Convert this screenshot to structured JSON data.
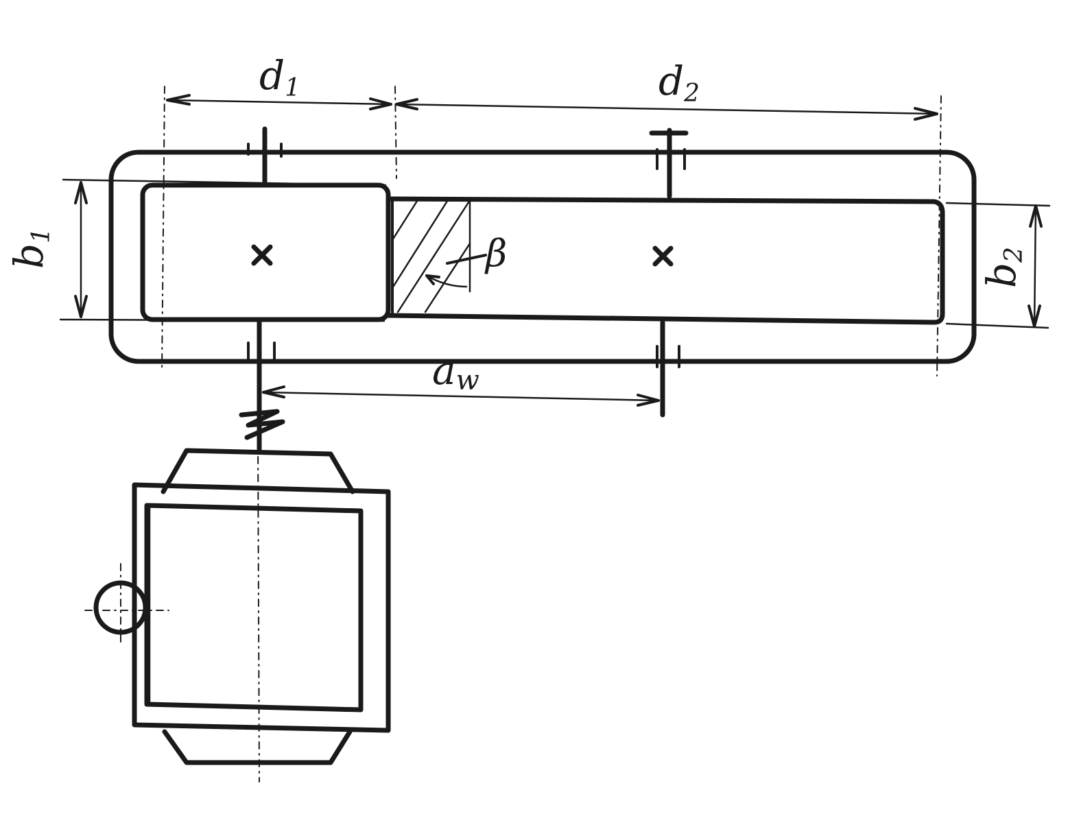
{
  "diagram": {
    "labels": {
      "d1": "d",
      "d1_sub": "1",
      "d2": "d",
      "d2_sub": "2",
      "b1": "b",
      "b1_sub": "1",
      "b2": "b",
      "b2_sub": "2",
      "beta": "β",
      "aw": "a",
      "aw_sub": "w"
    },
    "colors": {
      "ink": "#1a1a1a",
      "paper": "#ffffff"
    }
  }
}
